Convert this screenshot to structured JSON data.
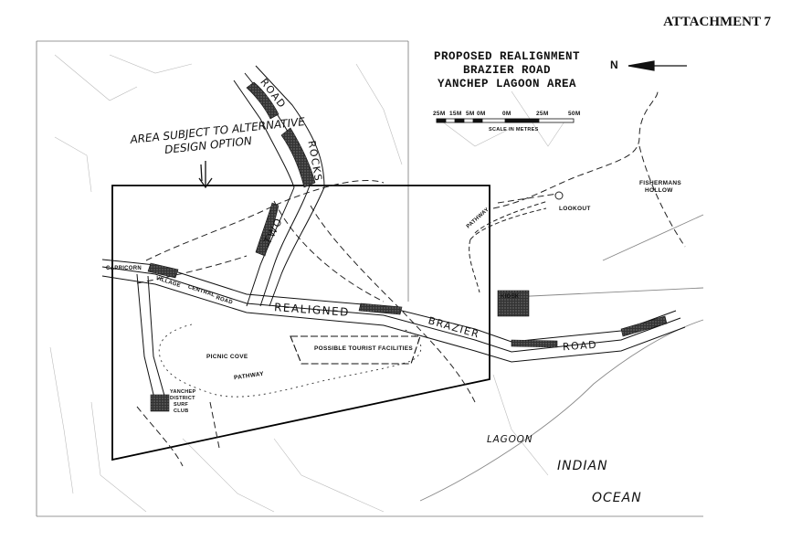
{
  "attachment": "ATTACHMENT 7",
  "title": {
    "line1": "PROPOSED REALIGNMENT",
    "line2": "BRAZIER ROAD",
    "line3": "YANCHEP LAGOON AREA"
  },
  "north_label": "N",
  "scale": {
    "ticks": [
      "25M",
      "15M",
      "5M",
      "0M",
      "0M",
      "25M",
      "50M"
    ],
    "caption": "SCALE IN METRES"
  },
  "annotation": {
    "line1": "AREA SUBJECT TO ALTERNATIVE",
    "line2": "DESIGN OPTION"
  },
  "labels": {
    "two": "TWO",
    "rocks": "ROCKS",
    "road_north": "ROAD",
    "realigned": "REALIGNED",
    "brazier": "BRAZIER",
    "road_south": "ROAD",
    "capricorn": "CAPRICORN",
    "village": "VILLAGE",
    "central": "CENTRAL",
    "road_small": "ROAD",
    "picnic_cove": "PICNIC COVE",
    "tourist": "POSSIBLE TOURIST FACILITIES",
    "pathway_bottom": "PATHWAY",
    "pathway_top": "PATHWAY",
    "surf_club_1": "YANCHEP",
    "surf_club_2": "DISTRICT",
    "surf_club_3": "SURF",
    "surf_club_4": "CLUB",
    "kiosk": "KIOSK",
    "lookout": "LOOKOUT",
    "fishermans_1": "FISHERMANS",
    "fishermans_2": "HOLLOW",
    "lagoon": "LAGOON",
    "indian": "INDIAN",
    "ocean": "OCEAN"
  }
}
